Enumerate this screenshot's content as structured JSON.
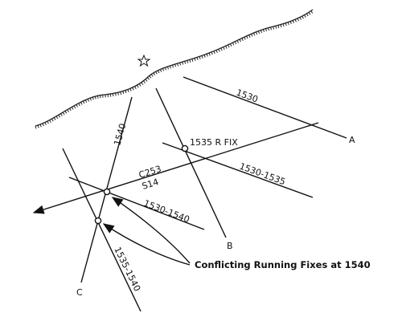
{
  "diagram": {
    "line_labels": {
      "lop_a": "1530",
      "lop_c": "1540",
      "advanced_a": "1530-1535",
      "advanced_a_to_1540": "1530-1540",
      "advanced_b": "1535-1540"
    },
    "endpoints": {
      "a": "A",
      "b": "B",
      "c": "C"
    },
    "course": {
      "heading": "C253",
      "speed": "S14"
    },
    "fix_label": "1535 R FIX",
    "annotation": "Conflicting Running Fixes at 1540"
  }
}
